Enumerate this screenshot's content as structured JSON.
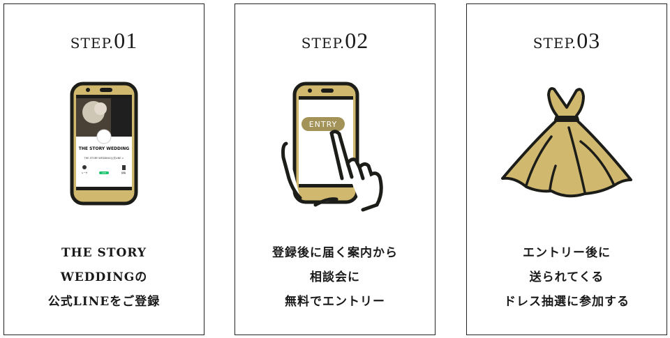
{
  "colors": {
    "gold": "#d0b86e",
    "ink": "#1c1c18"
  },
  "steps": [
    {
      "prefix": "STEP.",
      "num": "01",
      "lines": [
        "THE STORY",
        "WEDDINGの",
        "公式LINEをご登録"
      ],
      "phone": {
        "brand": "THE STORY WEDDING",
        "link": "THE STORY WEDDING公式LINE >",
        "tabs": [
          "トーク",
          "ADD",
          "投稿"
        ]
      }
    },
    {
      "prefix": "STEP.",
      "num": "02",
      "lines": [
        "登録後に届く案内から",
        "相談会に",
        "無料でエントリー"
      ],
      "button": "ENTRY"
    },
    {
      "prefix": "STEP.",
      "num": "03",
      "lines": [
        "エントリー後に",
        "送られてくる",
        "ドレス抽選に参加する"
      ]
    }
  ]
}
